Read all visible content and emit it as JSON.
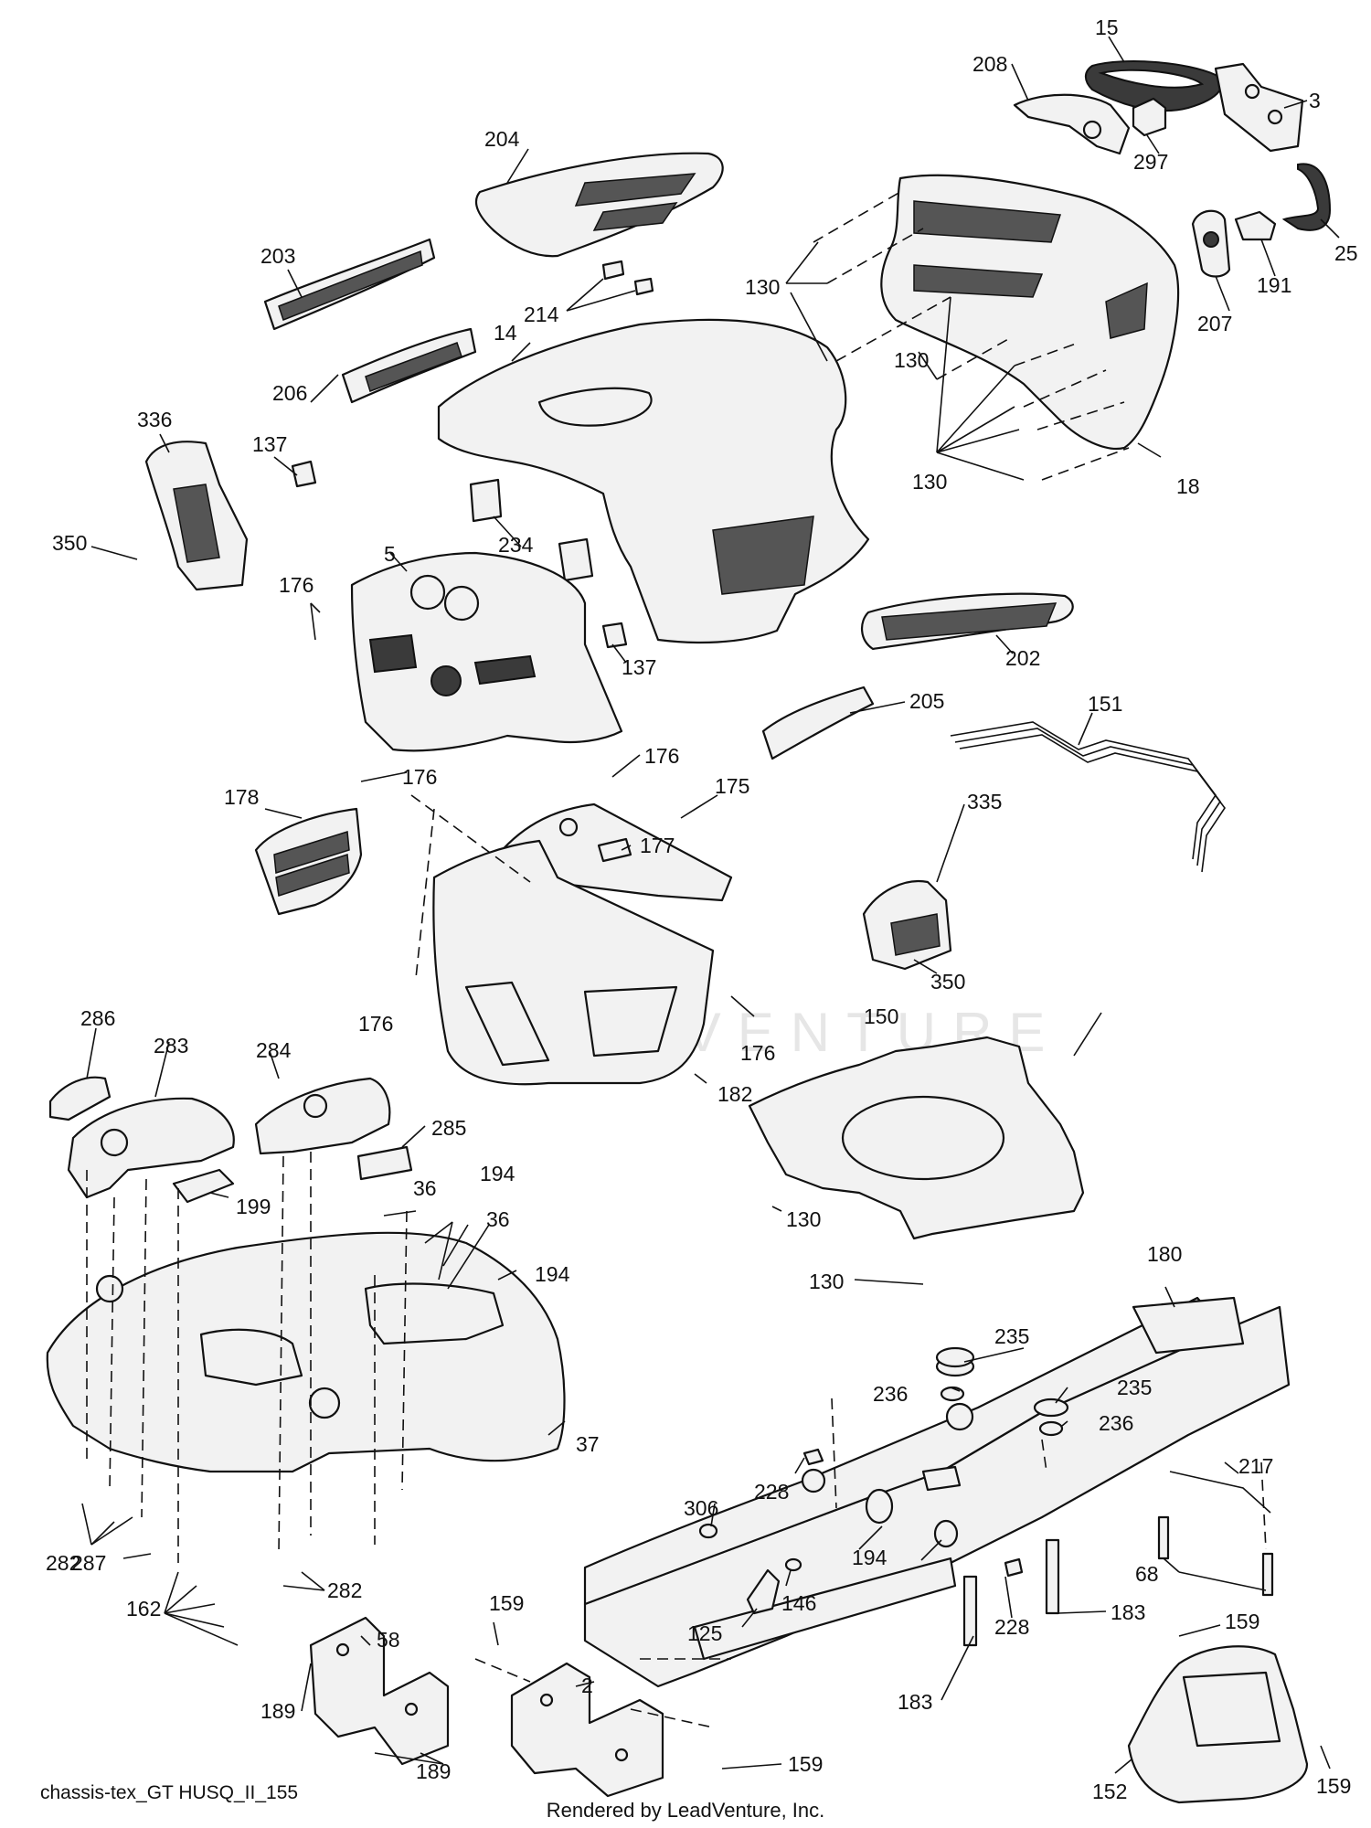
{
  "diagram_id": "chassis-tex_GT HUSQ_II_155",
  "credit": "Rendered by LeadVenture, Inc.",
  "watermark": "LEADVENTURE",
  "callouts": {
    "c15": "15",
    "c208": "208",
    "c3": "3",
    "c297": "297",
    "c25": "25",
    "c191": "191",
    "c207": "207",
    "c204": "204",
    "c203": "203",
    "c214": "214",
    "c14": "14",
    "c130a": "130",
    "c130b": "130",
    "c130c": "130",
    "c18": "18",
    "c206": "206",
    "c336": "336",
    "c137a": "137",
    "c350a": "350",
    "c234": "234",
    "c5": "5",
    "c176a": "176",
    "c137b": "137",
    "c202": "202",
    "c176b": "176",
    "c176c": "176",
    "c151": "151",
    "c205": "205",
    "c178": "178",
    "c175": "175",
    "c177": "177",
    "c335": "335",
    "c350b": "350",
    "c176d": "176",
    "c176e": "176",
    "c150": "150",
    "c286": "286",
    "c283": "283",
    "c284": "284",
    "c182": "182",
    "c285": "285",
    "c36a": "36",
    "c194a": "194",
    "c36b": "36",
    "c199": "199",
    "c130d": "130",
    "c194b": "194",
    "c130e": "130",
    "c180": "180",
    "c37": "37",
    "c235a": "235",
    "c236a": "236",
    "c235b": "235",
    "c236b": "236",
    "c217": "217",
    "c228a": "228",
    "c306": "306",
    "c282a": "282",
    "c287": "287",
    "c194c": "194",
    "c68": "68",
    "c146": "146",
    "c282b": "282",
    "c162": "162",
    "c159a": "159",
    "c125": "125",
    "c228b": "228",
    "c183a": "183",
    "c159b": "159",
    "c58": "58",
    "c2": "2",
    "c183b": "183",
    "c189a": "189",
    "c189b": "189",
    "c159c": "159",
    "c152": "152",
    "c159d": "159"
  }
}
